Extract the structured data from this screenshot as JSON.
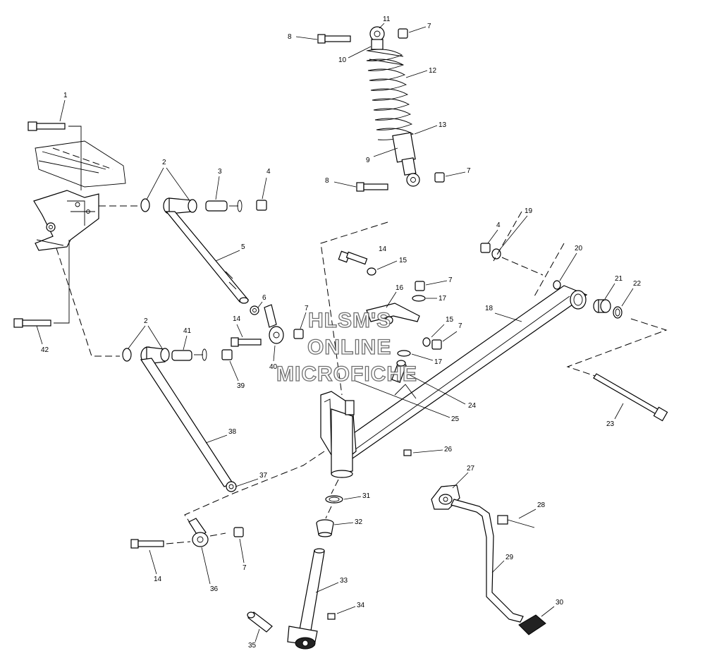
{
  "watermark": {
    "line1": "HLSM'S",
    "line2": "ONLINE",
    "line3": "MICROFICHE"
  },
  "callouts": {
    "c1": "1",
    "c2a": "2",
    "c3": "3",
    "c4a": "4",
    "c5": "5",
    "c6": "6",
    "c7a": "7",
    "c7b": "7",
    "c7c": "7",
    "c7d": "7",
    "c7e": "7",
    "c7f": "7",
    "c8a": "8",
    "c8b": "8",
    "c9": "9",
    "c10": "10",
    "c11": "11",
    "c12": "12",
    "c13": "13",
    "c14a": "14",
    "c14b": "14",
    "c14c": "14",
    "c15a": "15",
    "c15b": "15",
    "c16": "16",
    "c17a": "17",
    "c17b": "17",
    "c18": "18",
    "c19": "19",
    "c20": "20",
    "c21": "21",
    "c22": "22",
    "c23": "23",
    "c24": "24",
    "c25": "25",
    "c26": "26",
    "c27": "27",
    "c28": "28",
    "c29": "29",
    "c30": "30",
    "c31": "31",
    "c32": "32",
    "c33": "33",
    "c34": "34",
    "c35": "35",
    "c36": "36",
    "c37": "37",
    "c38": "38",
    "c39": "39",
    "c2b": "2",
    "c4b": "4",
    "c40": "40",
    "c41": "41",
    "c42": "42"
  }
}
